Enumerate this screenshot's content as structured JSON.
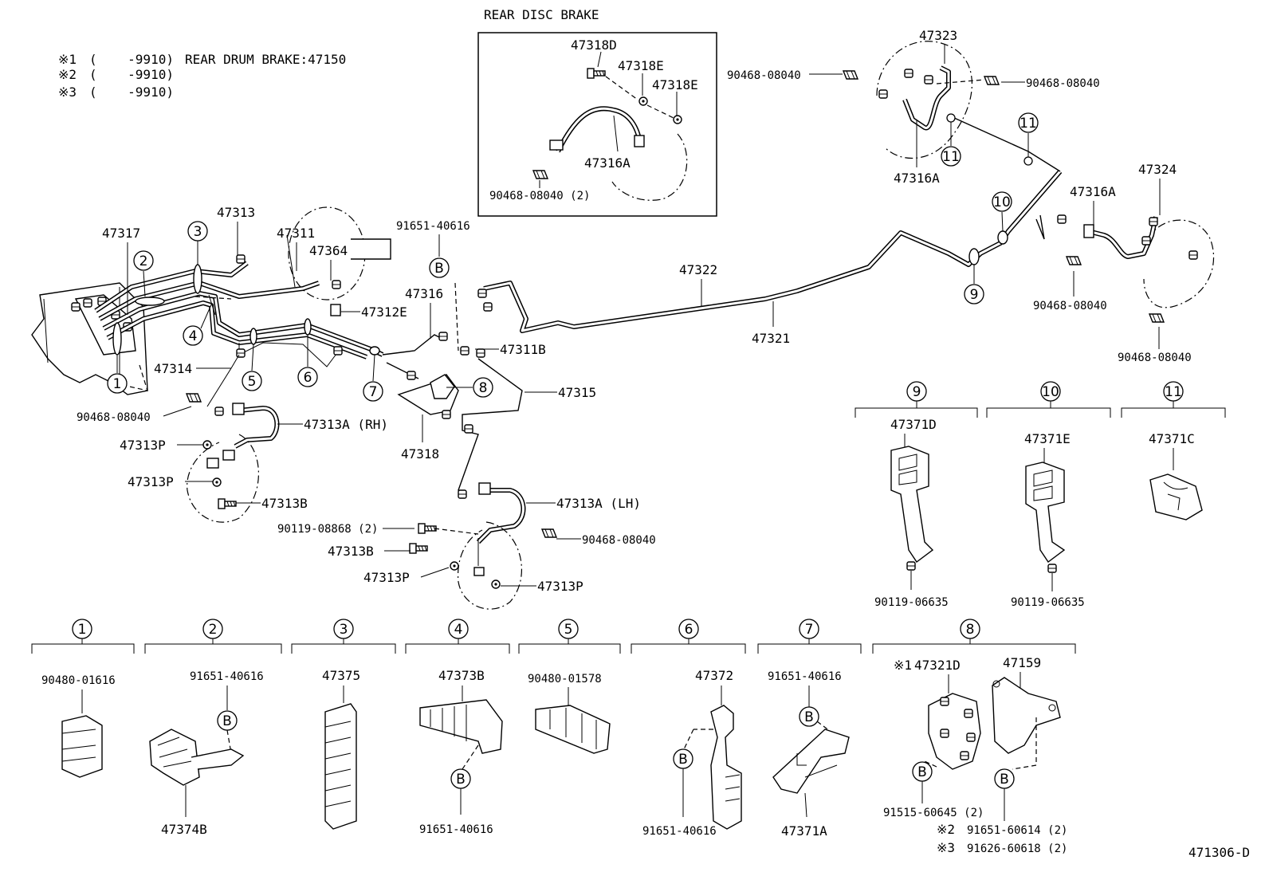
{
  "diagram_code": "471306-D",
  "header": {
    "rear_disc_brake": "REAR DISC BRAKE",
    "notes": [
      {
        "mark": "※1",
        "range": "(    -9910)",
        "text": "REAR DRUM BRAKE:47150"
      },
      {
        "mark": "※2",
        "range": "(    -9910)",
        "text": ""
      },
      {
        "mark": "※3",
        "range": "(    -9910)",
        "text": ""
      }
    ]
  },
  "main_labels": {
    "p47317": "47317",
    "p47313": "47313",
    "p47311": "47311",
    "p47364": "47364",
    "p47312E": "47312E",
    "p47314": "47314",
    "p90468_a": "90468-08040",
    "p47313A_rh": "47313A (RH)",
    "p47313P_a": "47313P",
    "p47313P_b": "47313P",
    "p47313B_a": "47313B",
    "p91651_top": "91651-40616",
    "p47316": "47316",
    "p47311B": "47311B",
    "p47315": "47315",
    "p47318": "47318",
    "p47322": "47322",
    "p47321": "47321",
    "p47313A_lh": "47313A (LH)",
    "p90119_08868": "90119-08868 (2)",
    "p90468_b": "90468-08040",
    "p47313B_b": "47313B",
    "p47313P_c": "47313P",
    "p47313P_d": "47313P",
    "p47318D": "47318D",
    "p47318E_a": "47318E",
    "p47318E_b": "47318E",
    "p47316A_box": "47316A",
    "p90468_box": "90468-08040 (2)",
    "p90468_c": "90468-08040",
    "p47323": "47323",
    "p90468_d": "90468-08040",
    "p47316A_r": "47316A",
    "p47316A_r2": "47316A",
    "p47324": "47324",
    "p90468_e": "90468-08040",
    "p90468_f": "90468-08040"
  },
  "callouts": {
    "c1": "1",
    "c2": "2",
    "c3": "3",
    "c4": "4",
    "c5": "5",
    "c6": "6",
    "c7": "7",
    "c8": "8",
    "c9": "9",
    "c10": "10",
    "c11a": "11",
    "c11b": "11",
    "bA": "B"
  },
  "detail_right": {
    "d9": {
      "num": "9",
      "part": "47371D",
      "bolt": "90119-06635"
    },
    "d10": {
      "num": "10",
      "part": "47371E",
      "bolt": "90119-06635"
    },
    "d11": {
      "num": "11",
      "part": "47371C"
    }
  },
  "detail_bottom": {
    "d1": {
      "num": "1",
      "part": "90480-01616"
    },
    "d2": {
      "num": "2",
      "top": "91651-40616",
      "b": "B",
      "part": "47374B"
    },
    "d3": {
      "num": "3",
      "part": "47375"
    },
    "d4": {
      "num": "4",
      "part": "47373B",
      "b": "B",
      "bottom": "91651-40616"
    },
    "d5": {
      "num": "5",
      "part": "90480-01578"
    },
    "d6": {
      "num": "6",
      "part": "47372",
      "b": "B",
      "bottom": "91651-40616"
    },
    "d7": {
      "num": "7",
      "top": "91651-40616",
      "b": "B",
      "part": "47371A"
    },
    "d8": {
      "num": "8",
      "mark1": "※1",
      "part_a": "47321D",
      "part_b": "47159",
      "b1": "B",
      "b2": "B",
      "bolt_a": "91515-60645 (2)",
      "mark2": "※2",
      "bolt_b": "91651-60614 (2)",
      "mark3": "※3",
      "bolt_c": "91626-60618 (2)"
    }
  }
}
